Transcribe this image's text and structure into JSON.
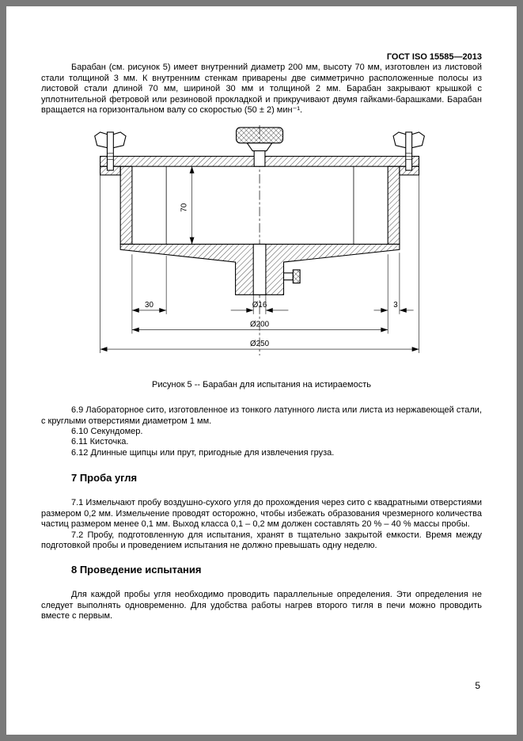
{
  "colors": {
    "page_background": "#ffffff",
    "surround": "#7a7a7a",
    "line": "#000000"
  },
  "page": {
    "header": "ГОСТ ISO 15585—2013",
    "page_number": "5"
  },
  "intro_paragraph": "Барабан (см. рисунок 5) имеет внутренний диаметр 200 мм, высоту 70 мм, изготовлен из листовой стали толщиной 3 мм. К внутренним стенкам приварены две симметрично расположенные полосы из листовой стали длиной 70 мм, шириной 30 мм и толщиной 2 мм. Барабан закрывают крышкой с уплотнительной фетровой или резиновой прокладкой и прикручивают двумя гайками-барашками. Барабан вращается на горизонтальном валу со скоростью (50 ± 2) мин⁻¹.",
  "figure": {
    "caption": "Рисунок 5 -- Барабан для испытания на истираемость",
    "dimensions": {
      "height": "70",
      "strip_width": "30",
      "shaft": "Ø16",
      "wall": "3",
      "inner": "Ø200",
      "outer": "Ø250"
    }
  },
  "equipment_items": [
    "6.9 Лабораторное сито, изготовленное из тонкого латунного листа или листа из нержавеющей стали, с круглыми отверстиями диаметром 1 мм.",
    "6.10 Секундомер.",
    "6.11 Кисточка.",
    "6.12 Длинные щипцы или прут, пригодные для извлечения груза."
  ],
  "section7": {
    "heading": "7 Проба угля",
    "para1": "7.1 Измельчают пробу воздушно-сухого угля до прохождения через сито с квадратными отверстиями размером 0,2 мм. Измельчение проводят осторожно, чтобы избежать образования чрезмерного количества частиц размером менее 0,1 мм. Выход класса 0,1 – 0,2 мм должен составлять 20 % – 40 % массы пробы.",
    "para2": "7.2 Пробу, подготовленную для испытания, хранят в тщательно закрытой емкости. Время между подготовкой пробы и проведением испытания не должно превышать одну неделю."
  },
  "section8": {
    "heading": "8 Проведение испытания",
    "para1": "Для каждой пробы угля необходимо проводить параллельные определения. Эти определения не следует выполнять одновременно. Для удобства работы нагрев второго тигля в печи можно проводить вместе с первым."
  }
}
